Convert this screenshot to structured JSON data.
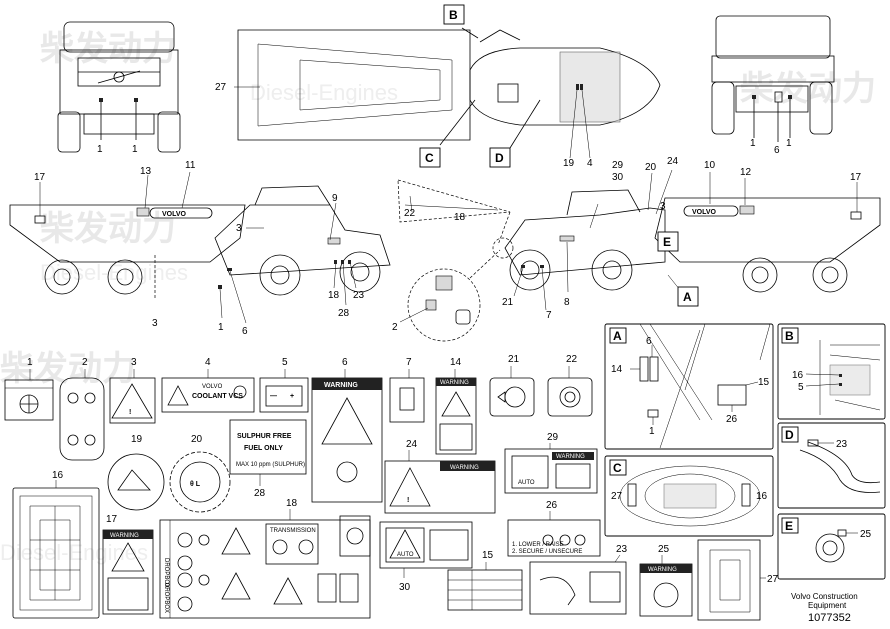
{
  "watermark": {
    "brand_cn": "柴发动力",
    "brand_en": "Diesel-Engines"
  },
  "callouts": {
    "c1": "1",
    "c2": "2",
    "c3": "3",
    "c4": "4",
    "c5": "5",
    "c6": "6",
    "c7": "7",
    "c8": "8",
    "c9": "9",
    "c10": "10",
    "c11": "11",
    "c12": "12",
    "c13": "13",
    "c14": "14",
    "c15": "15",
    "c16": "16",
    "c17": "17",
    "c18": "18",
    "c19": "19",
    "c20": "20",
    "c21": "21",
    "c22": "22",
    "c23": "23",
    "c24": "24",
    "c25": "25",
    "c26": "26",
    "c27": "27",
    "c28": "28",
    "c29": "29",
    "c30": "30"
  },
  "view_letters": {
    "A": "A",
    "B": "B",
    "C": "C",
    "D": "D",
    "E": "E"
  },
  "truck_logo": "VOLVO",
  "decals": {
    "d4_brand": "VOLVO",
    "d4_text": "COOLANT VCS",
    "warning": "WARNING",
    "d28_line1": "SULPHUR FREE",
    "d28_line2": "FUEL ONLY",
    "d28_small": "MAX 10 ppm (SULPHUR)",
    "d18_title": "TRANSMISSION",
    "d30_auto": "AUTO",
    "d29_auto": "AUTO",
    "d26_line1": "1. LOWER / RAISE",
    "d26_line2": "2. SECURE / UNSECURE",
    "d18_side1": "DROPBOX",
    "d18_side2": "DROPBOX"
  },
  "footer": {
    "line1": "Volvo Construction",
    "line2": "Equipment",
    "number": "1077352"
  }
}
